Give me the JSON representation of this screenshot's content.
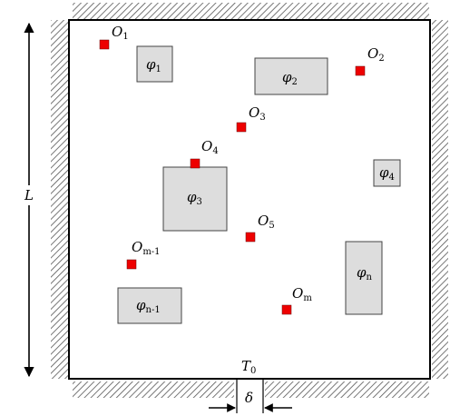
{
  "diagram": {
    "side_length_label": "L",
    "temperature_label": {
      "base": "T",
      "sub": "0"
    },
    "gap_label": "δ",
    "colors": {
      "heat_source": "#ee0000",
      "component_fill": "#dddddd",
      "component_stroke": "#444444",
      "border": "#000000",
      "hatch": "#555555"
    },
    "heat_sources": [
      {
        "id": "o1",
        "base": "O",
        "sub": "1"
      },
      {
        "id": "o2",
        "base": "O",
        "sub": "2"
      },
      {
        "id": "o3",
        "base": "O",
        "sub": "3"
      },
      {
        "id": "o4",
        "base": "O",
        "sub": "4"
      },
      {
        "id": "o5",
        "base": "O",
        "sub": "5"
      },
      {
        "id": "om1",
        "base": "O",
        "sub": "m-1"
      },
      {
        "id": "om",
        "base": "O",
        "sub": "m"
      }
    ],
    "components": [
      {
        "id": "phi1",
        "base": "φ",
        "sub": "1"
      },
      {
        "id": "phi2",
        "base": "φ",
        "sub": "2"
      },
      {
        "id": "phi3",
        "base": "φ",
        "sub": "3"
      },
      {
        "id": "phi4",
        "base": "φ",
        "sub": "4"
      },
      {
        "id": "phin1",
        "base": "φ",
        "sub": "n-1"
      },
      {
        "id": "phin",
        "base": "φ",
        "sub": "n"
      }
    ]
  }
}
